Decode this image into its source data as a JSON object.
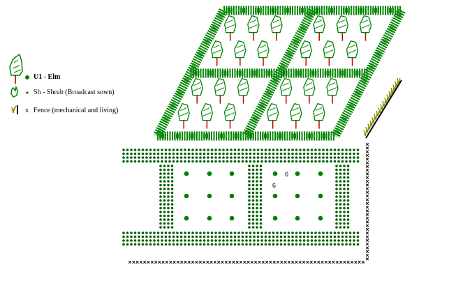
{
  "legend": [
    {
      "symbol": "elm-tree",
      "marker": "●",
      "label": "U1 - Elm"
    },
    {
      "symbol": "shrub",
      "marker": "•",
      "label": "Sh - Shrub (Broadcast sown)"
    },
    {
      "symbol": "fence",
      "marker": "x",
      "label": "Fence (mechanical and living)"
    }
  ],
  "plan": {
    "spacing_labels": [
      "6",
      "6"
    ]
  },
  "colors": {
    "green": "#008000",
    "trunk": "#c00000",
    "fence": "#8a8a00",
    "black": "#000000"
  }
}
